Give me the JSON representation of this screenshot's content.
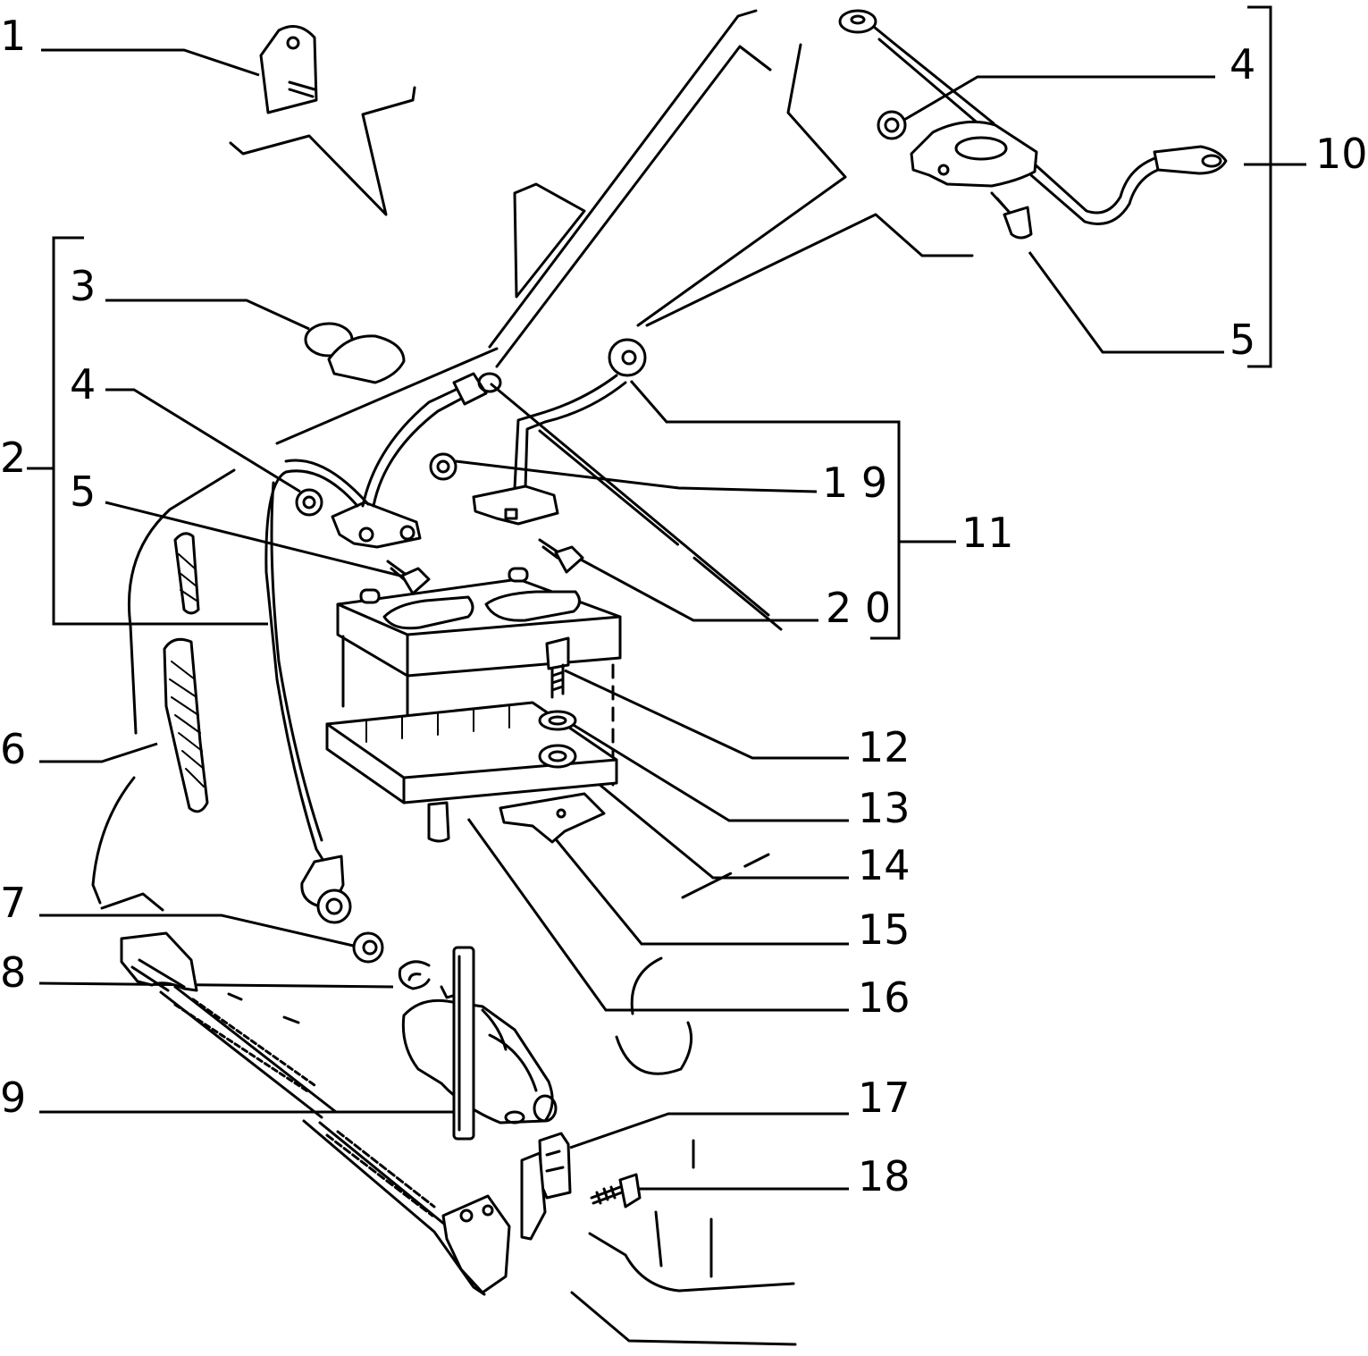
{
  "diagram": {
    "callouts": {
      "c1": "1",
      "c2": "2",
      "c3": "3",
      "c4_left": "4",
      "c4_right": "4",
      "c5_left": "5",
      "c5_right": "5",
      "c6": "6",
      "c7": "7",
      "c8": "8",
      "c9": "9",
      "c10": "10",
      "c11": "11",
      "c12": "12",
      "c13": "13",
      "c14": "14",
      "c15": "15",
      "c16": "16",
      "c17": "17",
      "c18": "18",
      "c19": "1 9",
      "c20": "2 0"
    }
  }
}
